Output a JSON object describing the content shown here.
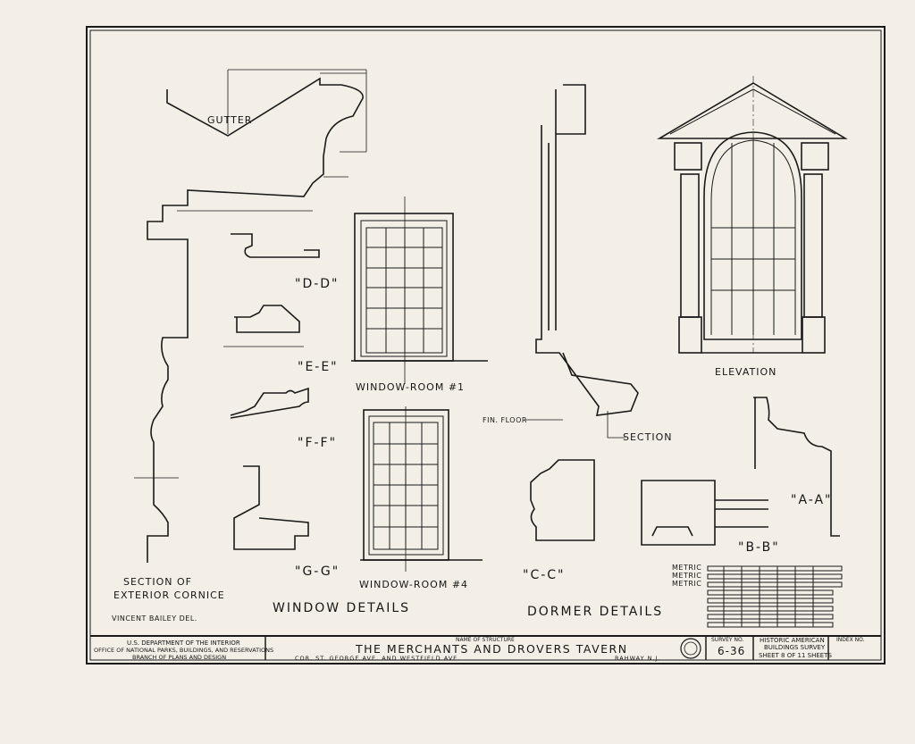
{
  "labels": {
    "section_cornice_1": "SECTION OF",
    "section_cornice_2": "EXTERIOR CORNICE",
    "window_details": "WINDOW DETAILS",
    "dormer_details": "DORMER DETAILS",
    "window_room_1": "WINDOW-ROOM #1",
    "window_room_4": "WINDOW-ROOM #4",
    "section": "SECTION",
    "elevation": "ELEVATION",
    "dd": "\"D-D\"",
    "ee": "\"E-E\"",
    "ff": "\"F-F\"",
    "gg": "\"G-G\"",
    "cc": "\"C-C\"",
    "aa": "\"A-A\"",
    "bb": "\"B-B\"",
    "gutter": "GUTTER",
    "fin_floor": "FIN. FLOOR",
    "delineator": "VINCENT BAILEY   DEL."
  },
  "title_block": {
    "agency_1": "U.S. DEPARTMENT OF THE INTERIOR",
    "agency_2": "OFFICE OF NATIONAL PARKS, BUILDINGS, AND RESERVATIONS",
    "agency_3": "BRANCH OF PLANS AND DESIGN",
    "name_label": "NAME OF STRUCTURE",
    "structure_name": "THE MERCHANTS AND DROVERS TAVERN",
    "address": "COR. ST. GEORGE AVE. AND WESTFIELD AVE.",
    "city": "RAHWAY  N.J.",
    "survey_label": "SURVEY NO.",
    "survey_no": "6-36",
    "habs_1": "HISTORIC AMERICAN",
    "habs_2": "BUILDINGS SURVEY",
    "sheet": "SHEET 8 OF 11 SHEETS",
    "index_label": "INDEX NO."
  },
  "scale": {
    "metric_1": "METRIC",
    "metric_2": "METRIC",
    "metric_3": "METRIC"
  },
  "colors": {
    "paper": "#f3efe6",
    "ink": "#1a1a1a"
  }
}
